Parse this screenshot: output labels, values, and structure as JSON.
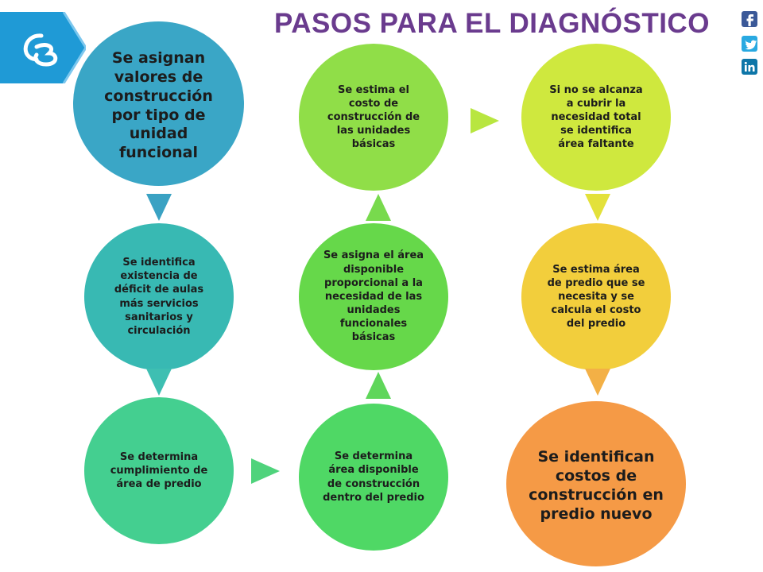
{
  "title": "PASOS PARA EL DIAGNÓSTICO",
  "logo": {
    "icon": "logo-icon",
    "color": "#1f9ad6"
  },
  "social": [
    {
      "name": "facebook-icon",
      "color": "#3b5998"
    },
    {
      "name": "twitter-icon",
      "color": "#29a9e1"
    },
    {
      "name": "linkedin-icon",
      "color": "#0e76a8"
    }
  ],
  "steps": [
    {
      "id": "step-1",
      "text": "Se asignan valores de construcción por tipo de unidad funcional",
      "color": "#3aa6c6"
    },
    {
      "id": "step-2",
      "text": "Se identifica existencia de déficit de aulas más servicios sanitarios y circulación",
      "color": "#38b9b3"
    },
    {
      "id": "step-3",
      "text": "Se determina cumplimiento de área de predio",
      "color": "#44cf90"
    },
    {
      "id": "step-4",
      "text": "Se determina área disponible de construcción dentro del predio",
      "color": "#4fd865"
    },
    {
      "id": "step-5",
      "text": "Se asigna el área disponible proporcional  a la necesidad de las unidades funcionales básicas",
      "color": "#66d84a"
    },
    {
      "id": "step-6",
      "text": "Se estima el costo de construcción de las unidades básicas",
      "color": "#90de48"
    },
    {
      "id": "step-7",
      "text": "Si no se alcanza a cubrir la necesidad total se identifica área faltante",
      "color": "#cfe83e"
    },
    {
      "id": "step-8",
      "text": "Se estima área de predio que se necesita y se calcula el costo del predio",
      "color": "#f2ce3c"
    },
    {
      "id": "step-9",
      "text": "Se identifican costos de construcción en predio nuevo",
      "color": "#f59a46"
    }
  ],
  "arrow_colors": {
    "a1": "#3aa2c3",
    "a2": "#3ebfb2",
    "a3": "#4fd37c",
    "a4": "#5fd65a",
    "a5": "#78da4d",
    "a6": "#b8e640",
    "a7": "#e3e13a",
    "a8": "#f3b046"
  }
}
